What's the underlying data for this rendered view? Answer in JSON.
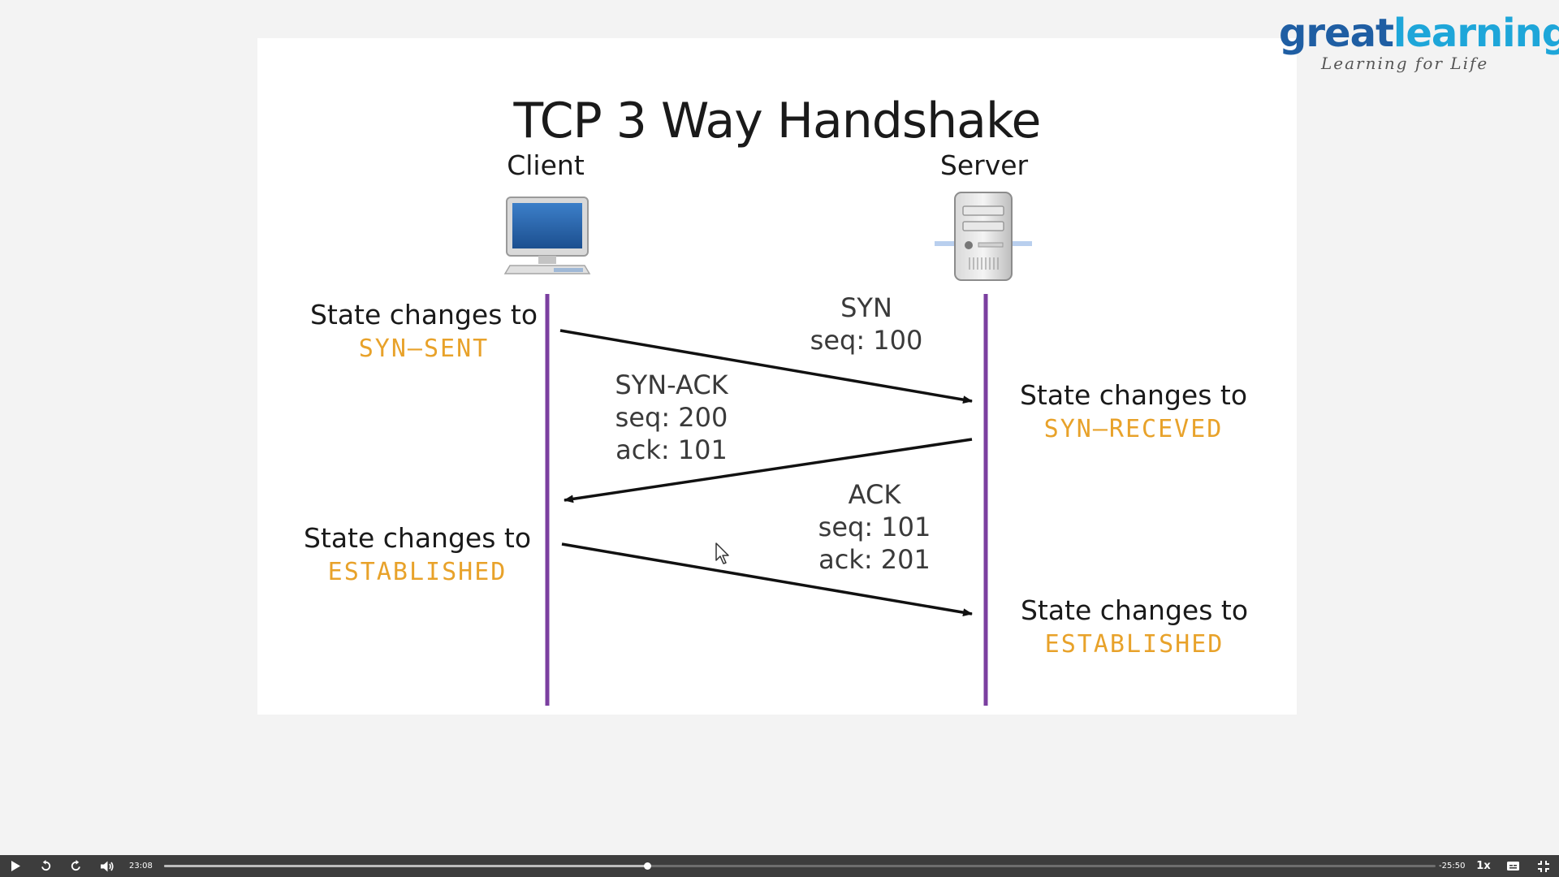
{
  "logo": {
    "word_part1": "great",
    "word_part2": "learning",
    "tagline": "Learning for Life",
    "colors": {
      "great": "#1f5ea3",
      "learning": "#1ea6d9"
    }
  },
  "slide": {
    "title": "TCP 3 Way Handshake",
    "client_label": "Client",
    "server_label": "Server",
    "client_icon": "desktop-computer-icon",
    "server_icon": "server-tower-icon",
    "timeline_color": "#7b3fa0",
    "state_color": "#e8a22a",
    "messages": [
      {
        "lines": [
          "SYN",
          "seq: 100"
        ],
        "direction": "client-to-server"
      },
      {
        "lines": [
          "SYN-ACK",
          "seq: 200",
          "ack: 101"
        ],
        "direction": "server-to-client"
      },
      {
        "lines": [
          "ACK",
          "seq: 101",
          "ack: 201"
        ],
        "direction": "client-to-server"
      }
    ],
    "states": {
      "client_1": {
        "text": "State changes to",
        "value": "SYN–SENT"
      },
      "server_1": {
        "text": "State changes to",
        "value": "SYN–RECEVED"
      },
      "client_2": {
        "text": "State changes to",
        "value": "ESTABLISHED"
      },
      "server_2": {
        "text": "State changes to",
        "value": "ESTABLISHED"
      }
    }
  },
  "player": {
    "play_icon": "play-icon",
    "rewind_icon": "rewind-icon",
    "forward_icon": "forward-icon",
    "volume_icon": "volume-icon",
    "elapsed": "23:08",
    "remaining": "-25:50",
    "progress_fraction": 0.38,
    "speed": "1x",
    "captions_icon": "captions-icon",
    "fullscreen_icon": "exit-fullscreen-icon"
  }
}
